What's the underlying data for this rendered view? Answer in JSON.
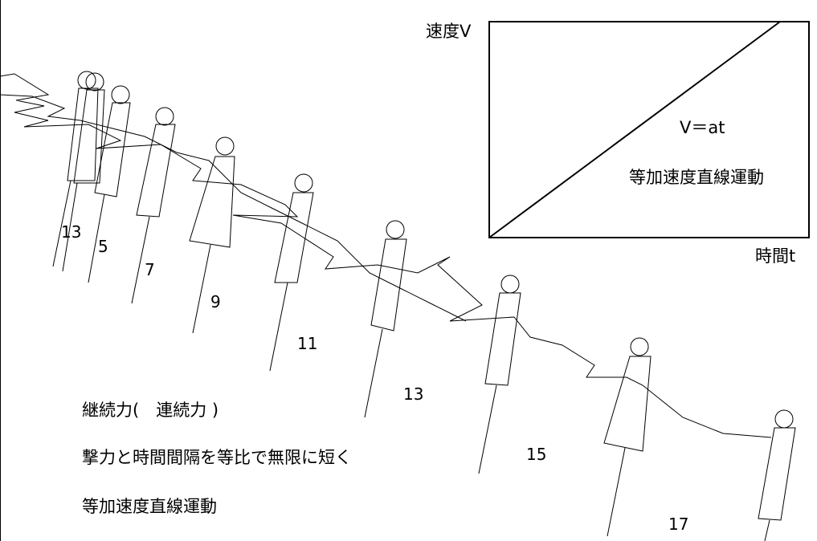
{
  "graph": {
    "y_axis_label": "速度V",
    "x_axis_label": "時間t",
    "formula": "V＝at",
    "caption": "等加速度直線運動"
  },
  "text_lines": [
    "継続力(　連続力 )",
    "撃力と時間間隔を等比で無限に短く",
    "等加速度直線運動"
  ],
  "figures": [
    {
      "label": "13"
    },
    {
      "label": "5"
    },
    {
      "label": "7"
    },
    {
      "label": "9"
    },
    {
      "label": "11"
    },
    {
      "label": "13"
    },
    {
      "label": "15"
    },
    {
      "label": "17"
    }
  ]
}
